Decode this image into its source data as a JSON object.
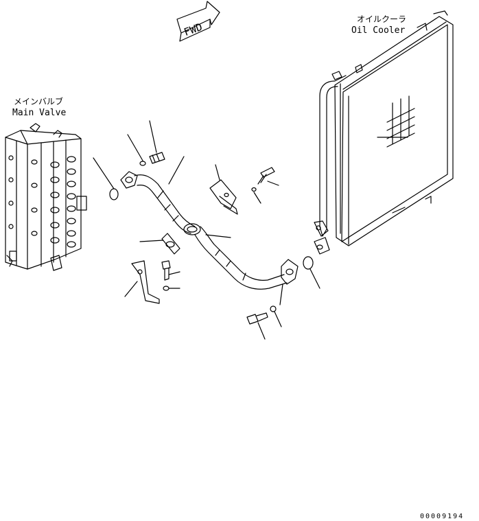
{
  "direction_marker": {
    "text": "FWD"
  },
  "main_valve": {
    "label_jp": "メインバルブ",
    "label_en": "Main Valve"
  },
  "oil_cooler": {
    "label_jp": "オイルクーラ",
    "label_en": "Oil Cooler"
  },
  "figure_number": "00009194"
}
